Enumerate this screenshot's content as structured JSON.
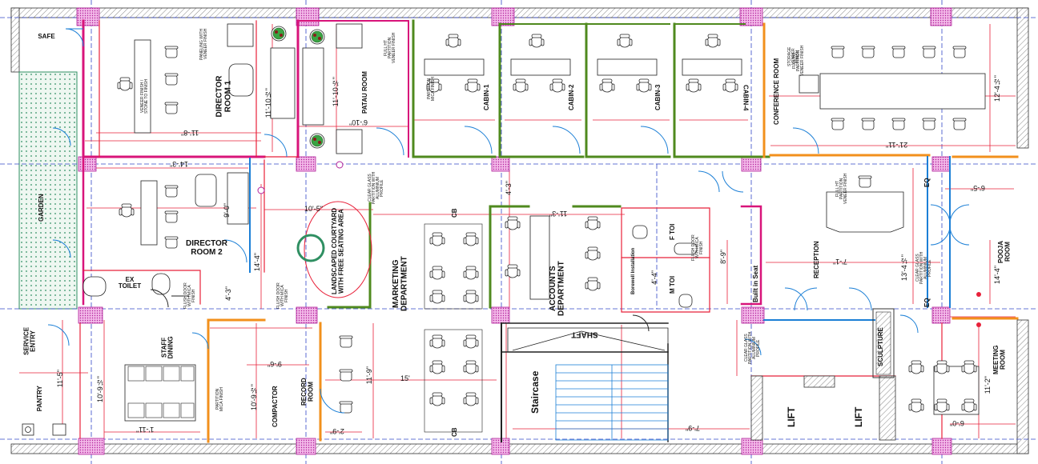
{
  "rooms": {
    "safe": "SAFE",
    "garden": "GARDEN",
    "director1": "DIRECTOR\nROOM 1",
    "director2": "DIRECTOR\nROOM 2",
    "patau": "PATAU ROOM",
    "cabin1": "CABIN-1",
    "cabin2": "CABIN-2",
    "cabin3": "CABIN-3",
    "cabin4": "CABIN-4",
    "conference": "CONFERENCE ROOM",
    "courtyard": "LANDSCAPED COURTYARD\nWITH FREE SEATING AREA",
    "marketing": "MARKETING\nDEPARTMENT",
    "accounts": "ACCOUNTS\nDEPARTMENT",
    "ftoi": "F TOI",
    "mtoi": "M TOI",
    "builtin": "Built in Seat",
    "reception": "RECEPTION",
    "pooja": "POOJA ROOM",
    "ex_toilet": "EX\nTOILET",
    "staff_dining": "STAFF\nDINING",
    "service_entry": "SERVICE\nENTRY",
    "pantry": "PANTRY",
    "compactor": "COMPACTOR",
    "record": "RECORD ROOM",
    "shaft": "SHAFT",
    "staircase": "Staircase",
    "lift1": "LIFT",
    "lift2": "LIFT",
    "sculpture": "SCULPTURE",
    "meeting": "MEETING ROOM",
    "cb_top": "CB",
    "cb_bottom": "CB",
    "eq_top": "EQ",
    "eq_bottom": "EQ",
    "borewell": "Borewell Installation"
  },
  "dimensions": {
    "d_11_8": "11'-8\"",
    "d_11_10a": "11'-10½\"",
    "d_11_10b": "11'-10½\"",
    "d_6_10": "6'-10\"",
    "d_14_3": "14'-3\"",
    "d_9_0": "9'-0\"",
    "d_10_5": "10'-5\"",
    "d_14_4": "14'-4\"",
    "d_4_3": "4'-3\"",
    "d_11_3": "11'-3\"",
    "d_4_3b": "4'-3\"",
    "d_8_9": "8'-9\"",
    "d_4_4": "4'-4\"",
    "d_7_1": "7'-1\"",
    "d_21_11": "21'-11\"",
    "d_12_4": "12'-4½\"",
    "d_6_5": "6'-5\"",
    "d_14_4b": "14'-4\"",
    "d_13_4": "13'-4½\"",
    "d_11_5": "11'-5\"",
    "d_10_9": "10'-9½\"",
    "d_10_9b": "10'-9½\"",
    "d_9_6": "9'-6\"",
    "d_11_9": "11'-9\"",
    "d_15": "15'",
    "d_7_9": "7'-9\"",
    "d_11_2": "11'-2\"",
    "d_6_0": "6'-0\"",
    "d_1_11": "1'-11\"",
    "d_2_9": "2'-9\""
  },
  "notes": {
    "veneer": "VENEER FINISH /\nSTONE TO FINISH",
    "paneling": "PANELING WITH\nVENEER FINISH",
    "partition_mica": "PARTITION\nMICA FINISH",
    "full_ht": "FULL HT\nPARTITION\nVENEER FINISH",
    "clear_glass": "CLEAR GLASS\nPARTITION WITH\nALUMINIUM PROFILE",
    "flush_door": "FLUSH DOOR\nWITH MICA\nFINISH",
    "storage": "STORAGE\nVENEER FINISH"
  },
  "colors": {
    "wall_red": "#e8213a",
    "wall_magenta": "#d8147a",
    "wall_green": "#4f8a1e",
    "wall_orange": "#f2901c",
    "grid_blue": "#3347c8",
    "glass_blue": "#1b7fd6",
    "hatch_pink": "#e266c8",
    "garden_green": "#2f8f62"
  }
}
